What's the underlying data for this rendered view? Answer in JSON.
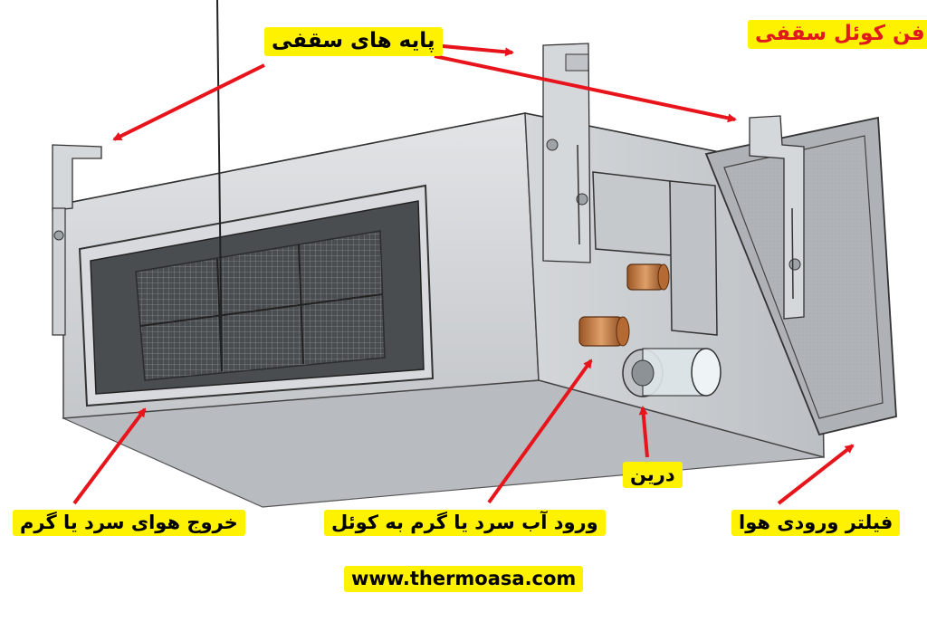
{
  "labels": {
    "title": "فن کوئل سقفی",
    "ceiling_legs": "پایه های سقفی",
    "air_outlet": "خروج هوای سرد یا گرم",
    "water_inlet": "ورود آب سرد یا گرم به کوئل",
    "drain": "درین",
    "intake_filter": "فیلتر ورودی هوا",
    "website": "www.thermoasa.com"
  },
  "colors": {
    "arrow": "#e8141b",
    "highlight": "#fff200",
    "title_text": "#e0191d",
    "metal": "#cfd2d5",
    "metal_dark": "#9ea3a8",
    "copper": "#c87a3e"
  }
}
